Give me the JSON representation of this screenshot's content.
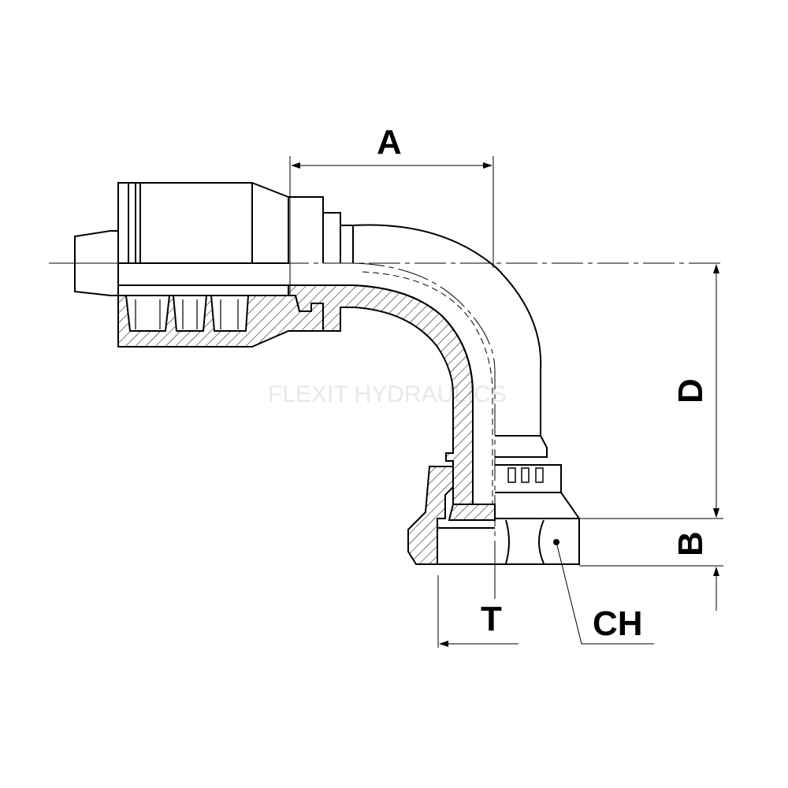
{
  "labels": {
    "dim_a": "A",
    "dim_d": "D",
    "dim_b": "B",
    "dim_t": "T",
    "dim_ch": "CH"
  },
  "watermark": "FLEXIT HYDRAULICS",
  "colors": {
    "line": "#000000",
    "background": "#ffffff",
    "watermark": "#e8e8e8"
  }
}
